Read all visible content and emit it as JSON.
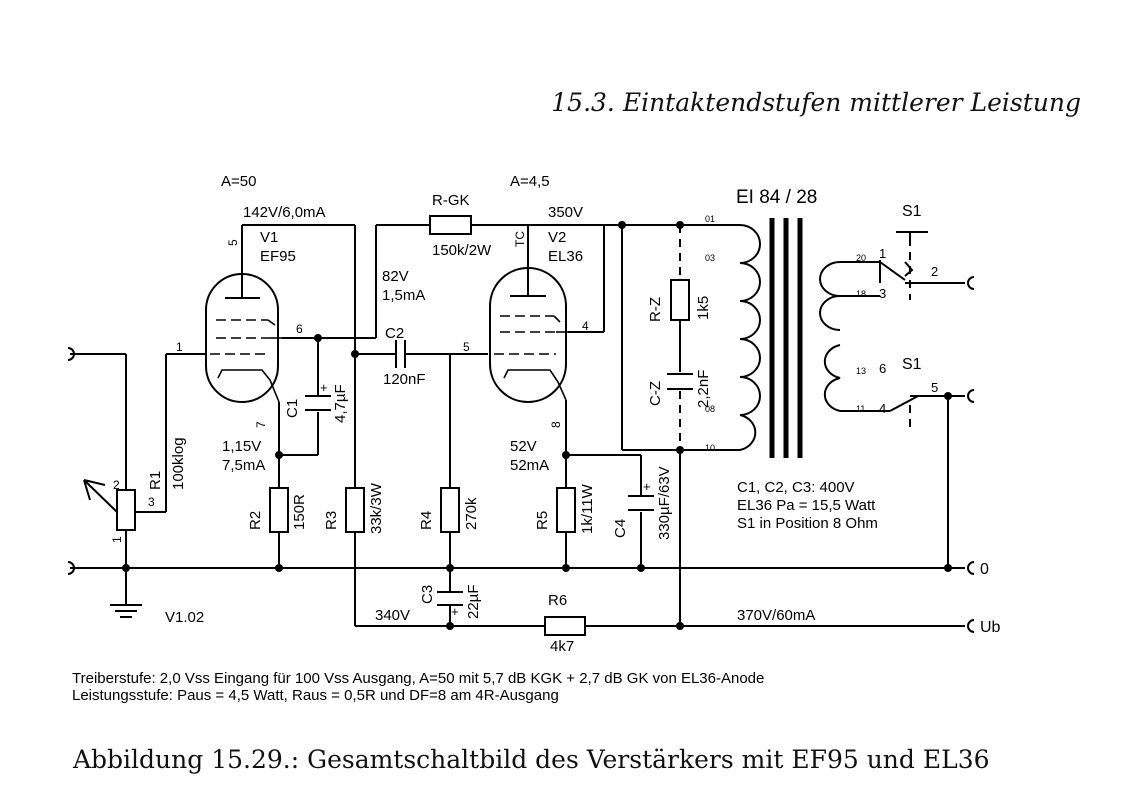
{
  "page_header": "15.3. Eintaktendstufen mittlerer Leistung",
  "caption": "Abbildung 15.29.: Gesamtschaltbild des Verstärkers mit EF95 und EL36",
  "notes": [
    "Treiberstufe: 2,0 Vss Eingang für 100 Vss Ausgang, A=50 mit 5,7 dB KGK + 2,7 dB GK von EL36-Anode",
    "Leistungsstufe: Paus = 4,5 Watt, Raus = 0,5R und DF=8 am 4R-Ausgang"
  ],
  "version": "V1.02",
  "gain_v1": "A=50",
  "gain_v2": "A=4,5",
  "tube_v1": {
    "ref": "V1",
    "type": "EF95",
    "pin_anode": "5",
    "pin_g1": "1",
    "pin_g2": "6",
    "pin_k": "7"
  },
  "tube_v2": {
    "ref": "V2",
    "type": "EL36",
    "pin_to": "TC",
    "pin_g1": "5",
    "pin_g2": "4",
    "pin_k": "8"
  },
  "voltages": {
    "v1_anode": "142V/6,0mA",
    "v1_screen_v": "82V",
    "v1_screen_i": "1,5mA",
    "v1_cathode_v": "1,15V",
    "v1_cathode_i": "7,5mA",
    "v2_anode": "350V",
    "v2_cathode_v": "52V",
    "v2_cathode_i": "52mA",
    "b_plus_mid": "340V",
    "b_plus_in": "370V/60mA"
  },
  "components": {
    "rgk": {
      "ref": "R-GK",
      "value": "150k/2W"
    },
    "c2": {
      "ref": "C2",
      "value": "120nF"
    },
    "c1": {
      "ref": "C1",
      "value": "4,7µF",
      "plus": "+"
    },
    "c3": {
      "ref": "C3",
      "value": "22µF",
      "plus": "+"
    },
    "c4": {
      "ref": "C4",
      "value": "330µF/63V",
      "plus": "+"
    },
    "r1": {
      "ref": "R1",
      "value": "100klog",
      "pin1": "1",
      "pin2": "2",
      "pin3": "3"
    },
    "r2": {
      "ref": "R2",
      "value": "150R"
    },
    "r3": {
      "ref": "R3",
      "value": "33k/3W"
    },
    "r4": {
      "ref": "R4",
      "value": "270k"
    },
    "r5": {
      "ref": "R5",
      "value": "1k/11W"
    },
    "r6": {
      "ref": "R6",
      "value": "4k7"
    },
    "rz": {
      "ref": "R-Z",
      "value": "1k5"
    },
    "cz": {
      "ref": "C-Z",
      "value": "2,2nF"
    }
  },
  "transformer": {
    "name": "EI 84 / 28",
    "pins": [
      "01",
      "03",
      "08",
      "10",
      "20",
      "18",
      "13",
      "11"
    ]
  },
  "switch": {
    "ref": "S1",
    "contacts": [
      "1",
      "2",
      "3",
      "6",
      "4",
      "5"
    ]
  },
  "terminals": {
    "ground": "0",
    "supply": "Ub"
  },
  "spec_lines": [
    "C1, C2, C3: 400V",
    "EL36 Pa = 15,5 Watt",
    "S1 in Position 8 Ohm"
  ]
}
